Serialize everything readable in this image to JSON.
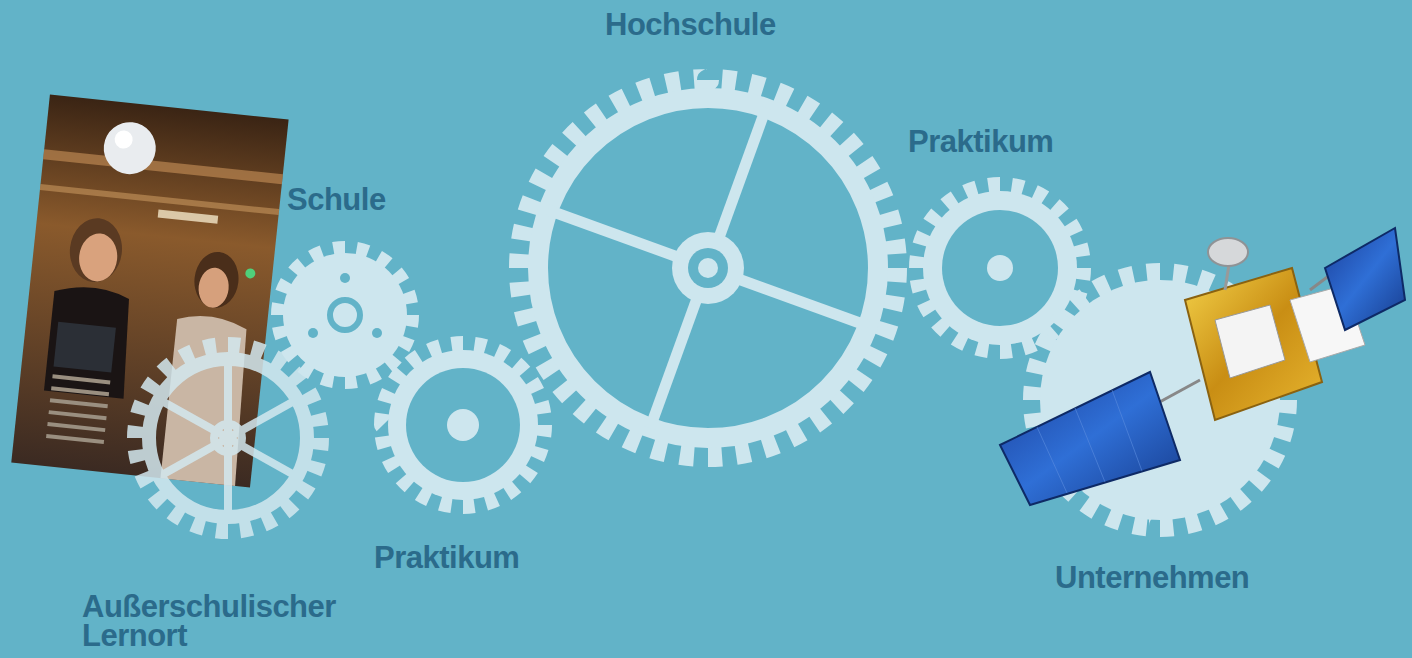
{
  "diagram": {
    "labels": [
      "Hochschule",
      "Praktikum",
      "Schule",
      "Außerschulischer Lernort",
      "Praktikum",
      "Unternehmen"
    ]
  }
}
